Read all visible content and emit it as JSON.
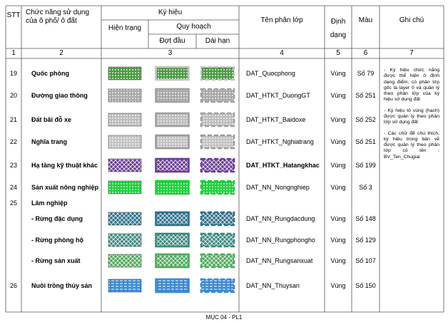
{
  "header": {
    "stt": "STT",
    "function": "Chức năng sử dụng của ô phố/ ô đất",
    "symbol": "Ký hiệu",
    "current": "Hiện trạng",
    "planning": "Quy hoạch",
    "first_phase": "Đợt đầu",
    "long_term": "Dài hạn",
    "layer": "Tên phân lớp",
    "format": "Định dạng",
    "color": "Màu",
    "notes": "Ghi chú",
    "col_numbers": [
      "1",
      "2",
      "3",
      "4",
      "5",
      "6",
      "7"
    ]
  },
  "rows": [
    {
      "stt": "19",
      "name": "Quốc phòng",
      "layer": "DAT_Quocphong",
      "format": "Vùng",
      "color": "Số 79",
      "fill": "#4f9a45",
      "pattern": "dots",
      "dash": "#c5c5c5"
    },
    {
      "stt": "20",
      "name": "Đường giao thông",
      "layer": "DAT_HTKT_DuongGT",
      "format": "Vùng",
      "color": "Số 251",
      "fill": "#a9a9a9",
      "pattern": "dots",
      "dash": "#a0a0a0"
    },
    {
      "stt": "21",
      "name": "Đất bãi đỗ xe",
      "layer": "DAT_HTKT_Baidoxe",
      "format": "Vùng",
      "color": "Số 252",
      "fill": "#bdbdbd",
      "pattern": "dots",
      "dash": "#a0a0a0"
    },
    {
      "stt": "22",
      "name": "Nghĩa trang",
      "layer": "DAT_HTKT_Nghiatrang",
      "format": "Vùng",
      "color": "Số 251",
      "fill": "#c3c3c3",
      "pattern": "dots",
      "dash": "#9a9a9a"
    },
    {
      "stt": "23",
      "name": "Hạ tầng kỹ thuật khác",
      "layer": "DAT_HTKT_Hatangkhac",
      "format": "Vùng",
      "color": "Số 199",
      "fill": "#6a3d94",
      "pattern": "grid",
      "dash": "#6a3d94"
    },
    {
      "stt": "24",
      "name": "Sản xuất nông nghiệp",
      "layer": "DAT_NN_Nongnghiep",
      "format": "Vùng",
      "color": "Số 3",
      "fill": "#1fcf3c",
      "pattern": "dots",
      "dash": "#1fcf3c"
    },
    {
      "stt": "25",
      "name": "Lâm nghiệp"
    },
    {
      "stt": "",
      "name": "- Rừng đặc dụng",
      "layer": "DAT_NN_Rungdacdung",
      "format": "Vùng",
      "color": "Số 148",
      "fill": "#2c6f8a",
      "pattern": "grid",
      "dash": "#2c6f8a"
    },
    {
      "stt": "",
      "name": "- Rừng phòng hộ",
      "layer": "DAT_NN_Rungphongho",
      "format": "Vùng",
      "color": "Số 129",
      "fill": "#3c8a7e",
      "pattern": "grid",
      "dash": "#3c8a7e"
    },
    {
      "stt": "",
      "name": "- Rừng sản xuất",
      "layer": "DAT_NN_Rungsanxuat",
      "format": "Vùng",
      "color": "Số 107",
      "fill": "#4ea85a",
      "pattern": "grid",
      "dash": "#4ea85a"
    },
    {
      "stt": "26",
      "name": "Nuôi trồng thủy sản",
      "layer": "DAT_NN_Thuysan",
      "format": "Vùng",
      "color": "Số 150",
      "fill": "#3c8ad2",
      "pattern": "lines",
      "dash": "#3c8ad2"
    }
  ],
  "notes": [
    "- Ký hiệu chức năng được thể hiện ở định dạng điểm, có phân lớp gốc là layer 0 và quản lý theo phân lớp của ký hiệu sử dụng đất",
    "- Ký hiệu tô vùng (hach) được quản lý theo phân lớp sử dụng đất",
    "- Các chữ để chú thích, ký hiệu trong bản vẽ được quản lý theo phân lớp có tên : BV_Ten_Chugiai"
  ],
  "footer": "MỤC 04 - PL1"
}
